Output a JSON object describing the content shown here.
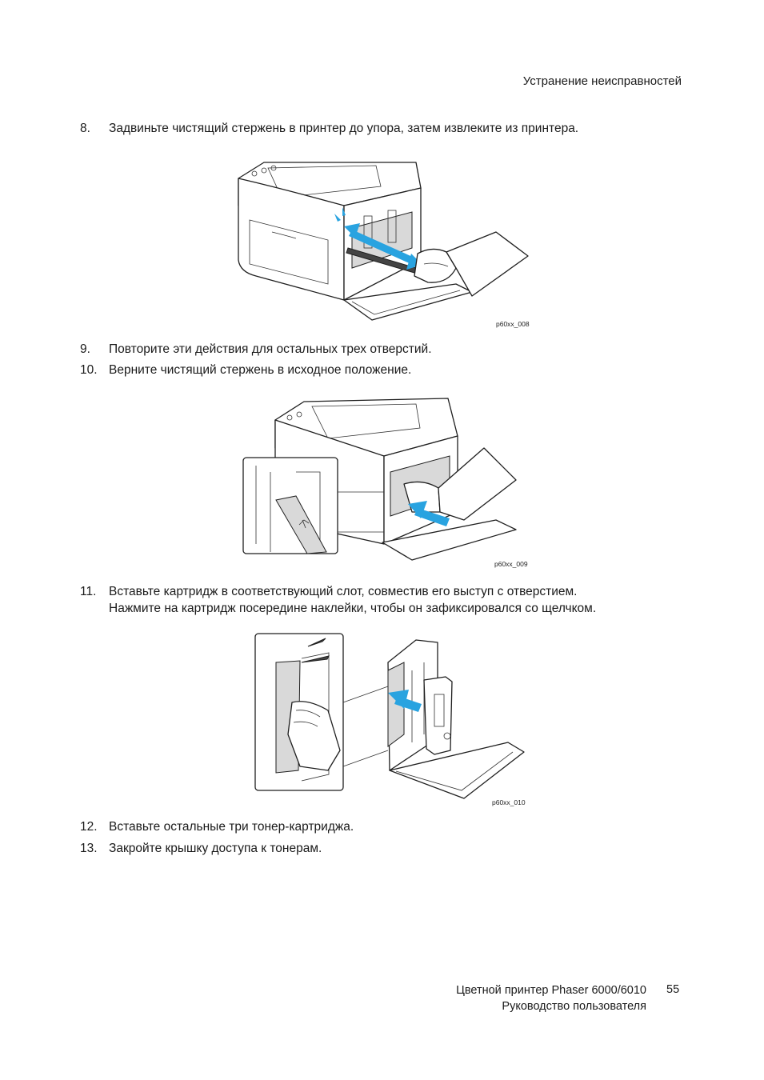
{
  "header": {
    "section": "Устранение неисправностей"
  },
  "steps": [
    {
      "num": "8.",
      "text": "Задвиньте чистящий стержень в принтер до упора, затем извлеките из принтера."
    },
    {
      "num": "9.",
      "text": "Повторите эти действия для остальных трех отверстий."
    },
    {
      "num": "10.",
      "text": "Верните чистящий стержень в исходное положение."
    },
    {
      "num": "11.",
      "text": "Вставьте картридж в соответствующий слот, совместив его выступ с отверстием.",
      "text2": "Нажмите на картридж посередине наклейки, чтобы он зафиксировался со щелчком."
    },
    {
      "num": "12.",
      "text": "Вставьте остальные три тонер-картриджа."
    },
    {
      "num": "13.",
      "text": "Закройте крышку доступа к тонерам."
    }
  ],
  "figures": [
    {
      "label": "p60xx_008"
    },
    {
      "label": "p60xx_009"
    },
    {
      "label": "p60xx_010"
    }
  ],
  "footer": {
    "product": "Цветной принтер Phaser 6000/6010",
    "guide": "Руководство пользователя",
    "page_number": "55"
  },
  "colors": {
    "arrow": "#29a3e0",
    "text": "#1a1a1a"
  }
}
